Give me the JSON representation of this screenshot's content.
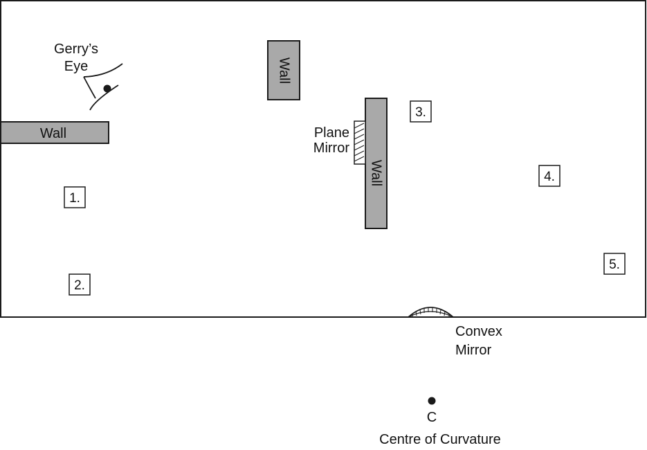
{
  "diagram": {
    "eye_label_line1": "Gerry’s",
    "eye_label_line2": "Eye",
    "wall_label": "Wall",
    "plane_mirror_line1": "Plane",
    "plane_mirror_line2": "Mirror",
    "convex_mirror_line1": "Convex",
    "convex_mirror_line2": "Mirror",
    "centre_point_label": "C",
    "centre_caption": "Centre of Curvature",
    "positions": [
      "1.",
      "2.",
      "3.",
      "4.",
      "5."
    ],
    "colors": {
      "wall_fill": "#a9a9a9",
      "stroke": "#1a1a1a",
      "background": "#ffffff"
    }
  }
}
